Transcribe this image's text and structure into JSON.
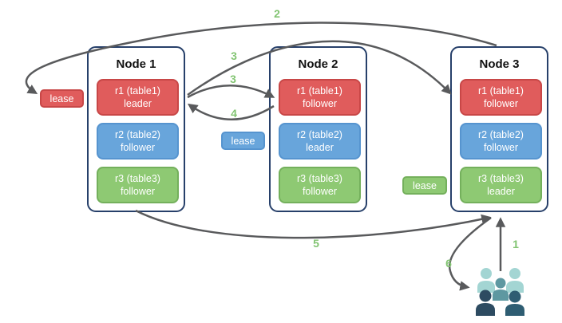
{
  "nodes": [
    {
      "title": "Node 1",
      "ranges": [
        {
          "name": "r1 (table1)",
          "role": "leader",
          "color": "#e05c5c"
        },
        {
          "name": "r2 (table2)",
          "role": "follower",
          "color": "#68a5db"
        },
        {
          "name": "r3 (table3)",
          "role": "follower",
          "color": "#8ec973"
        }
      ]
    },
    {
      "title": "Node 2",
      "ranges": [
        {
          "name": "r1 (table1)",
          "role": "follower",
          "color": "#e05c5c"
        },
        {
          "name": "r2 (table2)",
          "role": "leader",
          "color": "#68a5db"
        },
        {
          "name": "r3 (table3)",
          "role": "follower",
          "color": "#8ec973"
        }
      ]
    },
    {
      "title": "Node 3",
      "ranges": [
        {
          "name": "r1 (table1)",
          "role": "follower",
          "color": "#e05c5c"
        },
        {
          "name": "r2 (table2)",
          "role": "follower",
          "color": "#68a5db"
        },
        {
          "name": "r3 (table3)",
          "role": "leader",
          "color": "#8ec973"
        }
      ]
    }
  ],
  "leases": [
    {
      "label": "lease",
      "color": "#e05c5c"
    },
    {
      "label": "lease",
      "color": "#68a5db"
    },
    {
      "label": "lease",
      "color": "#8ec973"
    }
  ],
  "arrow_labels": {
    "a1": "1",
    "a2": "2",
    "a3a": "3",
    "a3b": "3",
    "a4": "4",
    "a5": "5",
    "a6": "6"
  },
  "icons": {
    "clients": "people-group-icon"
  },
  "colors": {
    "arrow": "#595a5c",
    "number_label": "#82c472",
    "node_border": "#27406a",
    "range_red": "#e05c5c",
    "range_blue": "#68a5db",
    "range_green": "#8ec973",
    "people_light_teal": "#a3d5d3",
    "people_mid_teal": "#5e98a1",
    "people_dark_navy": "#2d4b61",
    "people_dark_teal": "#2e5d72"
  }
}
